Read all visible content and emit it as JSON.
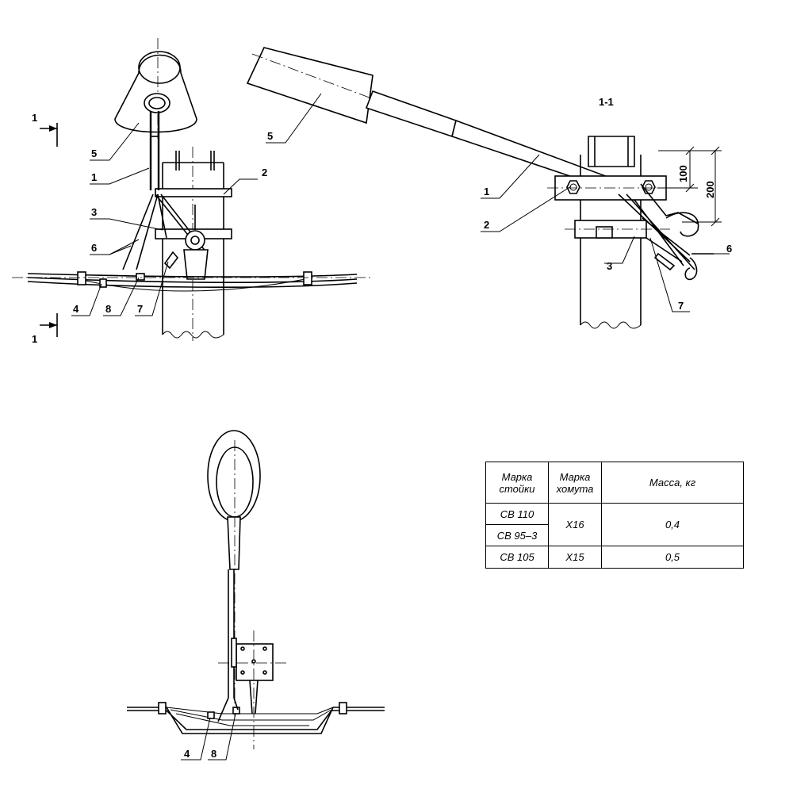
{
  "callouts": {
    "n1": "1",
    "n2": "2",
    "n3": "3",
    "n4": "4",
    "n5": "5",
    "n6": "6",
    "n7": "7",
    "n8": "8"
  },
  "section": {
    "mark": "1",
    "title": "1-1"
  },
  "dimensions": {
    "d100": "100",
    "d200": "200"
  },
  "table": {
    "headers": [
      "Марка стойки",
      "Марка хомута",
      "Масса,  кг"
    ],
    "rows": [
      {
        "stand": "СВ 110",
        "clamp": "Х16",
        "mass": "0,4"
      },
      {
        "stand": "СВ 95–3",
        "clamp": "",
        "mass": ""
      },
      {
        "stand": "СВ 105",
        "clamp": "Х15",
        "mass": "0,5"
      }
    ]
  }
}
